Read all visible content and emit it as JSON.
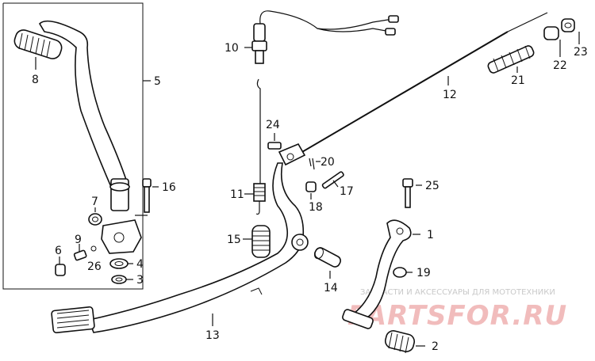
{
  "labels": {
    "p1": "1",
    "p2": "2",
    "p3": "3",
    "p4": "4",
    "p5": "5",
    "p6": "6",
    "p7": "7",
    "p8": "8",
    "p9": "9",
    "p10": "10",
    "p11": "11",
    "p12": "12",
    "p13": "13",
    "p14": "14",
    "p15": "15",
    "p16": "16",
    "p17": "17",
    "p18": "18",
    "p19": "19",
    "p20": "20",
    "p21": "21",
    "p22": "22",
    "p23": "23",
    "p24": "24",
    "p25": "25",
    "p26": "26"
  },
  "watermark": {
    "line1": "ЗАПЧАСТИ И АКСЕССУАРЫ ДЛЯ МОТОТЕХНИКИ",
    "line2": "PARTSFOR.RU"
  }
}
